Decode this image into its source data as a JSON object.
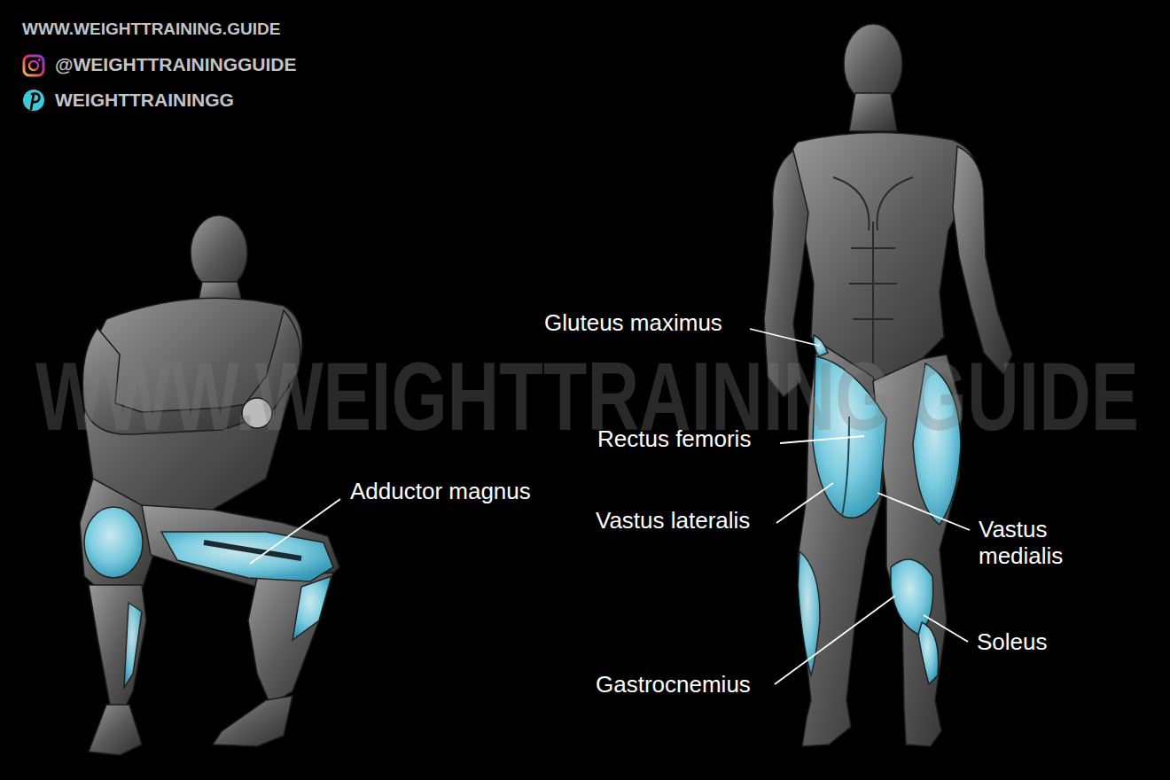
{
  "diagram": {
    "labels": [
      "WWW.WEIGHTTRAINING.GUIDE",
      "@WEIGHTTRAININGGUIDE",
      "WEIGHTTRAININGG",
      "WWW.WEIGHTTRAINING.GUIDE",
      "Adductor magnus",
      "Gluteus maximus",
      "Rectus femoris",
      "Vastus lateralis",
      "Vastus medialis",
      "Soleus",
      "Gastrocnemius"
    ]
  }
}
